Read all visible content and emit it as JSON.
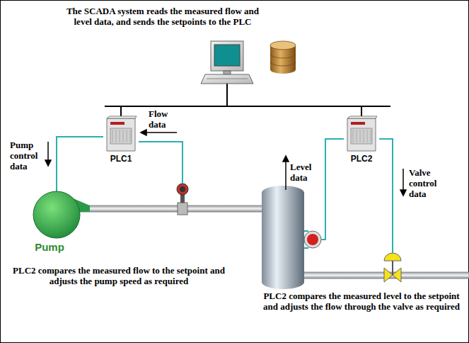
{
  "diagram": {
    "nodes": [
      {
        "text": [
          "PLC1"
        ]
      },
      {
        "text": [
          "PLC2"
        ]
      },
      {
        "text": [
          "Pump"
        ]
      }
    ],
    "edges": [
      {
        "from": 0,
        "to": 2,
        "arrow": "none"
      }
    ],
    "labels": [
      "The SCADA system reads the measured flow and level data, and sends the setpoints to the PLC",
      "Flow data",
      "Pump control data",
      "PLC2 compares the measured flow to the setpoint and adjusts the pump speed as required",
      "Level data",
      "Valve control data",
      "PLC2 compares the measured level to the setpoint and adjusts the flow through the valve as required"
    ]
  }
}
